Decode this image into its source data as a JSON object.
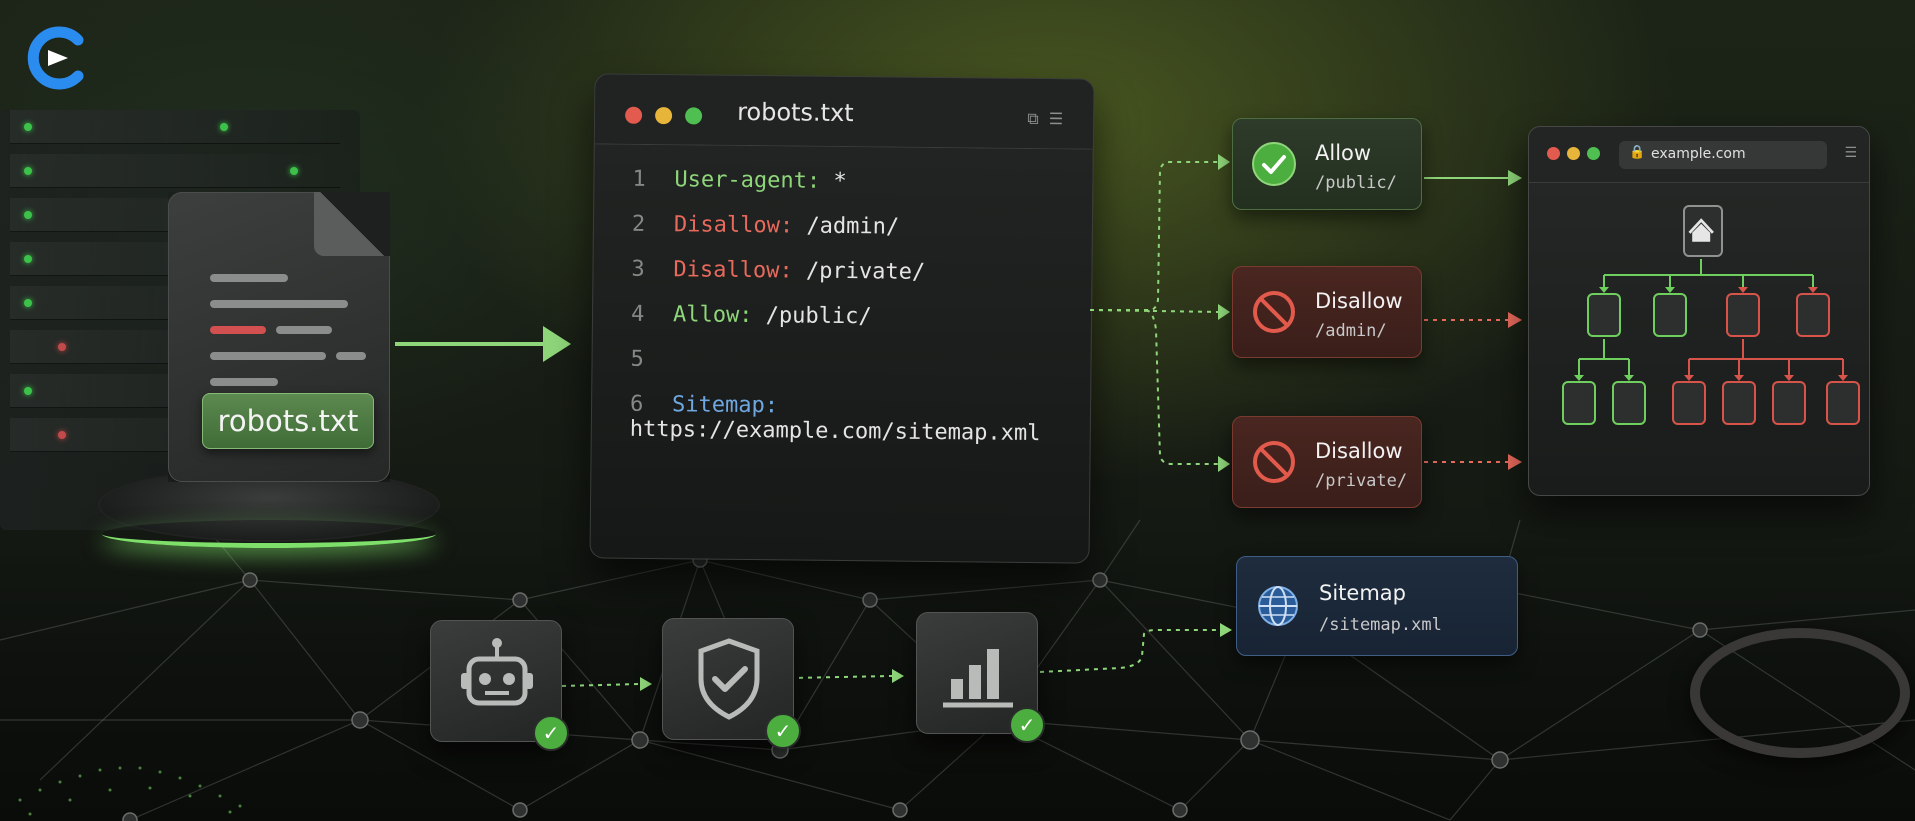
{
  "document": {
    "label": "robots.txt"
  },
  "editor": {
    "title": "robots.txt",
    "lines": [
      {
        "num": "1",
        "key": "User-agent:",
        "value": " *",
        "kind": "green"
      },
      {
        "num": "2",
        "key": "Disallow:",
        "value": " /admin/",
        "kind": "red"
      },
      {
        "num": "3",
        "key": "Disallow:",
        "value": " /private/",
        "kind": "red"
      },
      {
        "num": "4",
        "key": "Allow:",
        "value": " /public/",
        "kind": "green"
      },
      {
        "num": "5",
        "key": "",
        "value": "",
        "kind": "blank"
      },
      {
        "num": "6",
        "key": "Sitemap:",
        "value": " https://example.com/sitemap.xml",
        "kind": "blue"
      }
    ]
  },
  "rules": [
    {
      "title": "Allow",
      "path": "/public/",
      "type": "allow",
      "color": "#6fcf5e"
    },
    {
      "title": "Disallow",
      "path": "/admin/",
      "type": "disallow",
      "color": "#d6544a"
    },
    {
      "title": "Disallow",
      "path": "/private/",
      "type": "disallow",
      "color": "#d6544a"
    },
    {
      "title": "Sitemap",
      "path": "/sitemap.xml",
      "type": "sitemap",
      "color": "#4f86c6"
    }
  ],
  "browser": {
    "url": "example.com"
  },
  "badges": [
    {
      "icon": "robot-icon"
    },
    {
      "icon": "shield-check-icon"
    },
    {
      "icon": "bar-chart-icon"
    }
  ],
  "colors": {
    "allow": "#6fcf5e",
    "disallow": "#d6544a",
    "sitemap": "#4f86c6",
    "arrow": "#8fd67a"
  }
}
